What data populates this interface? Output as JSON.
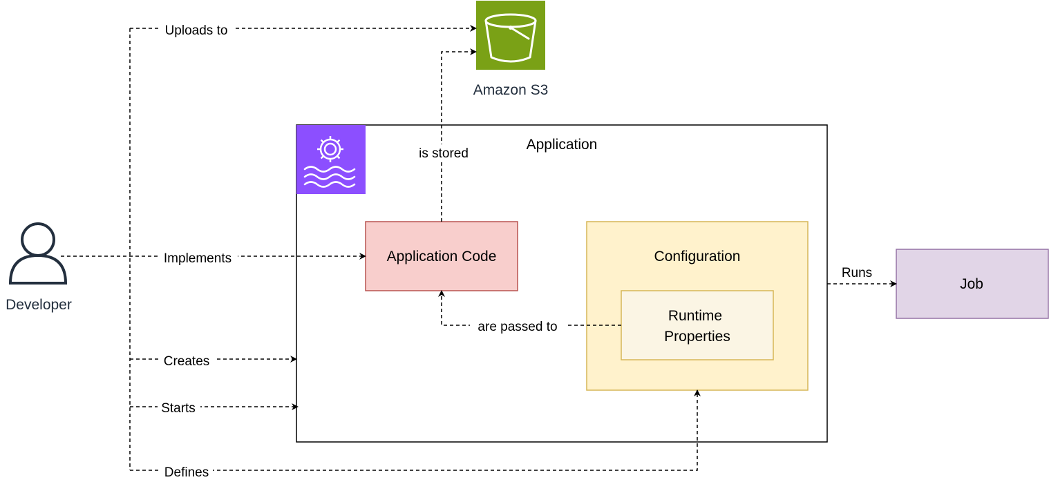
{
  "colors": {
    "s3_green": "#7AA116",
    "managed_flink_purple": "#8C4FFF",
    "app_code_fill": "#F8CECC",
    "app_code_stroke": "#B85450",
    "config_fill": "#FFF2CC",
    "config_stroke": "#D6B656",
    "runtime_fill": "#FBF5E4",
    "job_fill": "#E1D5E7",
    "job_stroke": "#9673A6",
    "developer_icon": "#232F3E"
  },
  "nodes": {
    "developer": {
      "label": "Developer",
      "icon": "user-icon"
    },
    "s3": {
      "label": "Amazon S3",
      "icon": "s3-bucket-icon"
    },
    "application": {
      "label": "Application",
      "icon": "managed-flink-icon"
    },
    "app_code": {
      "label": "Application Code"
    },
    "configuration": {
      "label": "Configuration"
    },
    "runtime_properties": {
      "label_line1": "Runtime",
      "label_line2": "Properties"
    },
    "job": {
      "label": "Job"
    }
  },
  "edges": {
    "uploads_to": "Uploads to",
    "implements": "Implements",
    "creates": "Creates",
    "starts": "Starts",
    "defines": "Defines",
    "is_stored": "is stored",
    "are_passed_to": "are passed to",
    "runs": "Runs"
  }
}
